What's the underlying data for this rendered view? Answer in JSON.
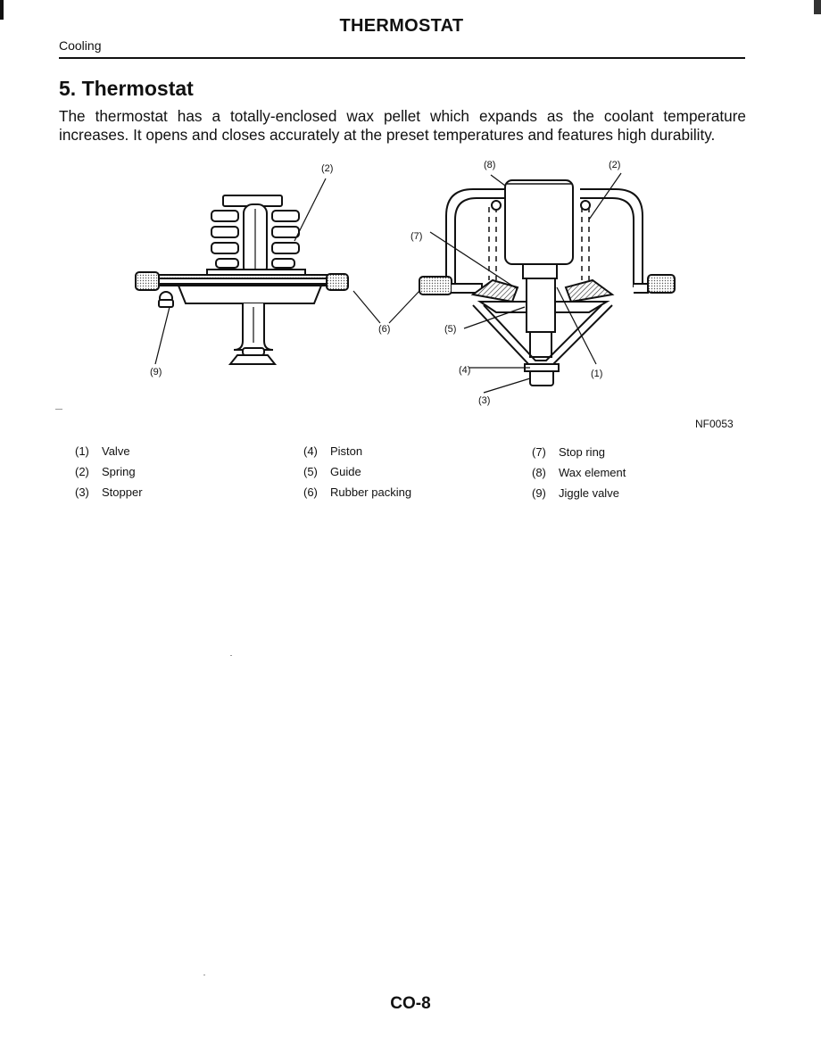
{
  "header": {
    "title": "THERMOSTAT",
    "section": "Cooling"
  },
  "section": {
    "heading": "5. Thermostat",
    "body": "The thermostat has a totally-enclosed wax pellet which expands as the coolant temperature increases. It opens and closes accurately at the preset temperatures and features high durability."
  },
  "figure": {
    "code": "NF0053",
    "callouts": {
      "left_spring": "(2)",
      "left_jiggle": "(9)",
      "rubber_packing": "(6)",
      "wax_element": "(8)",
      "right_spring": "(2)",
      "stop_ring": "(7)",
      "guide": "(5)",
      "piston": "(4)",
      "valve": "(1)",
      "stopper": "(3)"
    }
  },
  "legend": [
    {
      "num": "(1)",
      "label": "Valve"
    },
    {
      "num": "(2)",
      "label": "Spring"
    },
    {
      "num": "(3)",
      "label": "Stopper"
    },
    {
      "num": "(4)",
      "label": "Piston"
    },
    {
      "num": "(5)",
      "label": "Guide"
    },
    {
      "num": "(6)",
      "label": "Rubber packing"
    },
    {
      "num": "(7)",
      "label": "Stop ring"
    },
    {
      "num": "(8)",
      "label": "Wax element"
    },
    {
      "num": "(9)",
      "label": "Jiggle valve"
    }
  ],
  "footer": {
    "page_number": "CO-8"
  }
}
